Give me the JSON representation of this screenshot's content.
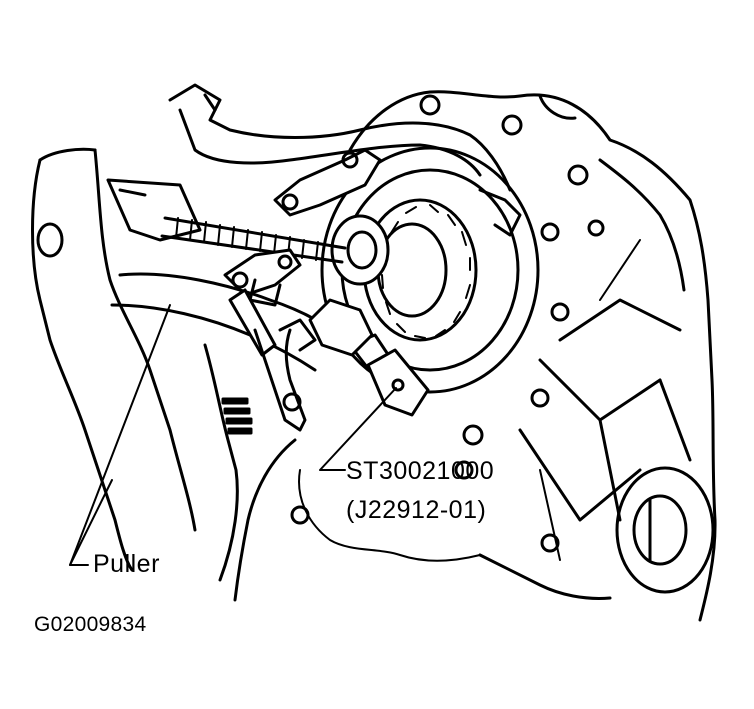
{
  "labels": {
    "tool_number": "ST30021000",
    "tool_alt_number": "(J22912-01)",
    "puller": "Puller",
    "figure_id": "G02009834"
  },
  "colors": {
    "ink": "#000000",
    "paper": "#ffffff"
  }
}
